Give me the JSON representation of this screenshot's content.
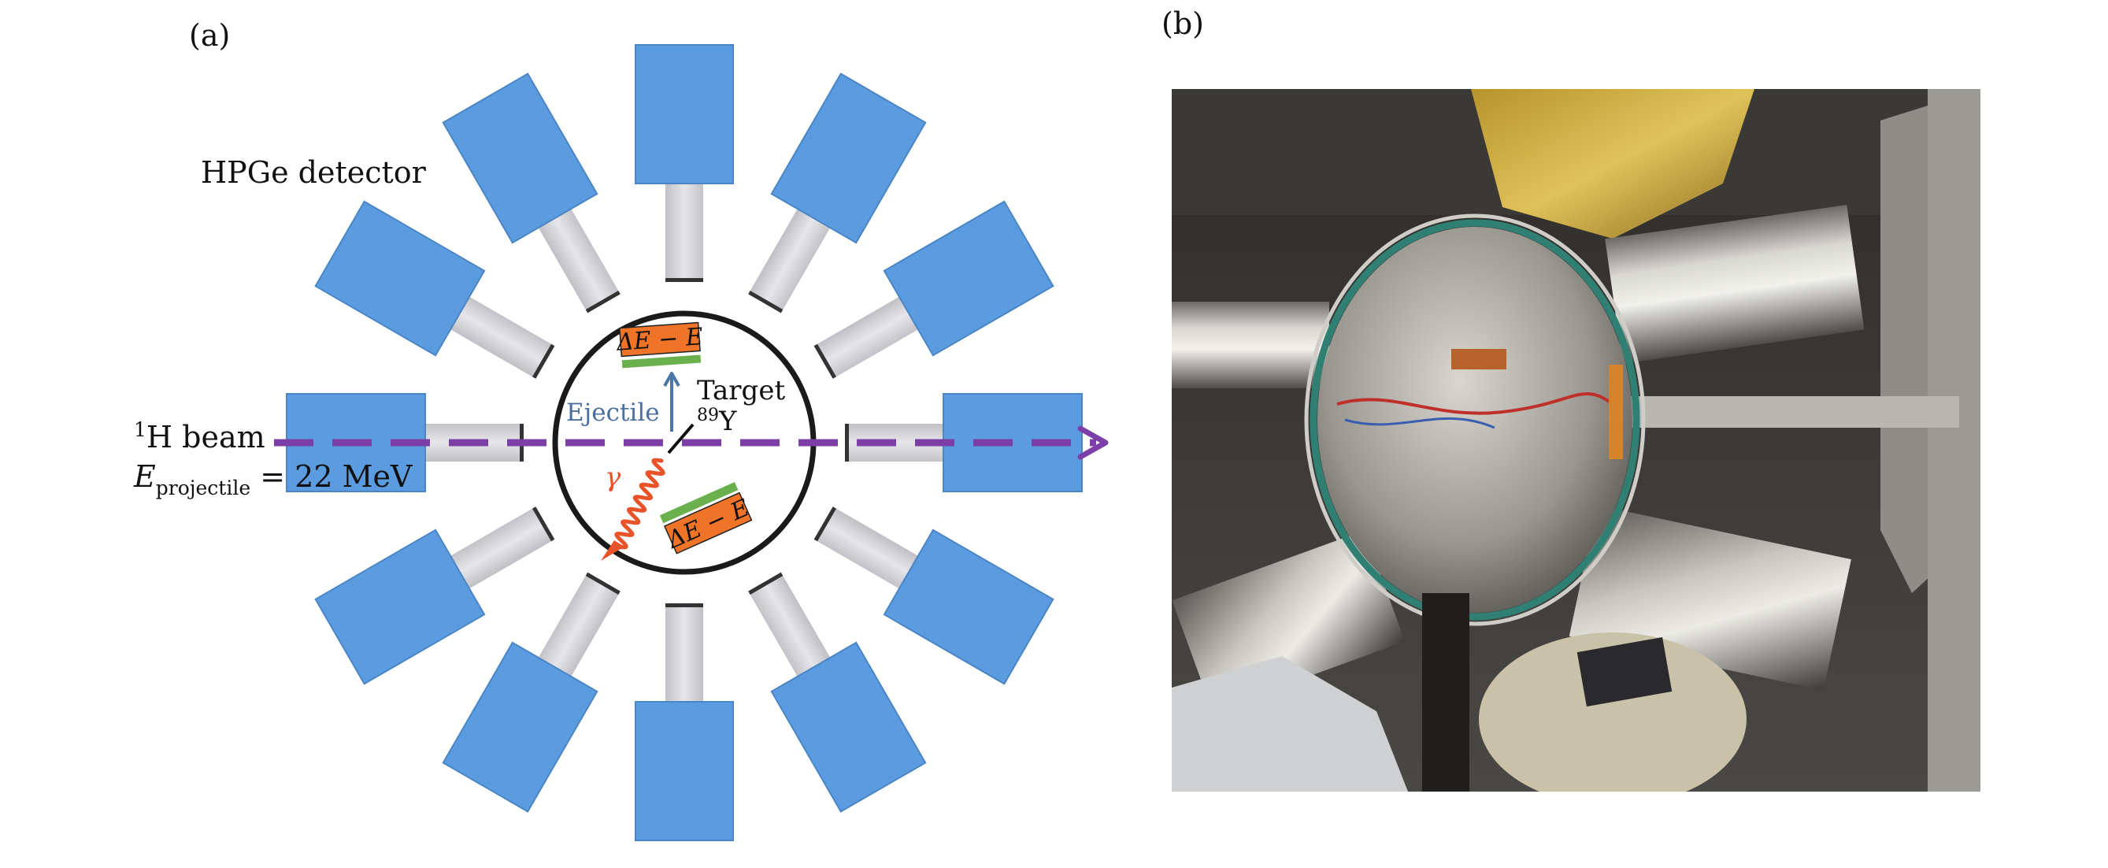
{
  "panel_a": {
    "label": "(a)",
    "detector_label": "HPGe detector",
    "beam": {
      "superscript": "1",
      "text": "H beam",
      "energy_symbol": "E",
      "energy_subscript": "projectile",
      "energy_value": " = 22 MeV"
    },
    "target": {
      "label": "Target",
      "mass_number": "89",
      "element": "Y"
    },
    "ejectile_label": "Ejectile",
    "gamma_label": "γ",
    "telescope_upper": "ΔE − E",
    "telescope_lower": "ΔE − E",
    "detector_count": 12,
    "colors": {
      "detector": "#5b9bdf",
      "detector_edge": "#4a86c5",
      "stem": "#d2d2d6",
      "beam": "#7b3fa7",
      "telescope_orange": "#f07428",
      "telescope_green": "#6ab04c",
      "gamma": "#e8532a",
      "ejectile_arrow": "#4a76a8",
      "ejectile_text": "#4a6fa0"
    }
  },
  "panel_b": {
    "label": "(b)",
    "photo_description_icon": "experimental-chamber-photo"
  }
}
